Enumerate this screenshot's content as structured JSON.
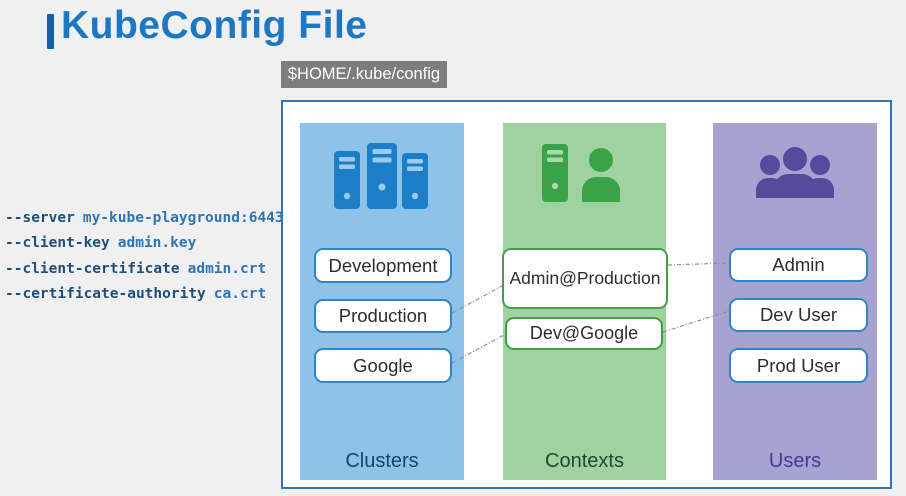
{
  "header": {
    "title": "KubeConfig File"
  },
  "path_badge": "$HOME/.kube/config",
  "command_flags": [
    {
      "flag": "--server",
      "value": "my-kube-playground:6443"
    },
    {
      "flag": "--client-key",
      "value": "admin.key"
    },
    {
      "flag": "--client-certificate",
      "value": "admin.crt"
    },
    {
      "flag": "--certificate-authority",
      "value": "ca.crt"
    }
  ],
  "diagram": {
    "columns": [
      {
        "id": "clusters",
        "label": "Clusters",
        "icon": "server-cluster-icon",
        "items": [
          "Development",
          "Production",
          "Google"
        ]
      },
      {
        "id": "contexts",
        "label": "Contexts",
        "icon": "server-user-icon",
        "items": [
          "Admin@Production",
          "Dev@Google"
        ]
      },
      {
        "id": "users",
        "label": "Users",
        "icon": "users-group-icon",
        "items": [
          "Admin",
          "Dev User",
          "Prod User"
        ]
      }
    ],
    "connections": [
      {
        "from": "Production",
        "to": "Admin@Production"
      },
      {
        "from": "Google",
        "to": "Dev@Google"
      },
      {
        "from": "Admin@Production",
        "to": "Admin"
      },
      {
        "from": "Dev@Google",
        "to": "Dev User"
      }
    ]
  },
  "colors": {
    "title_blue": "#1d78c4",
    "badge_gray": "#7d7d7d",
    "flag_navy": "#1f4e79",
    "value_blue": "#2e75b6",
    "panel_border": "#2f76b5",
    "clusters_bg": "#8ec2e9",
    "contexts_bg": "#9fd1a1",
    "users_bg": "#a8a2d1",
    "clusters_icon": "#1b7ec7",
    "contexts_icon": "#3aa34a",
    "users_icon": "#564a9d",
    "blue_item_border": "#2e86c8",
    "green_item_border": "#43a047",
    "connector_gray": "#909090"
  }
}
